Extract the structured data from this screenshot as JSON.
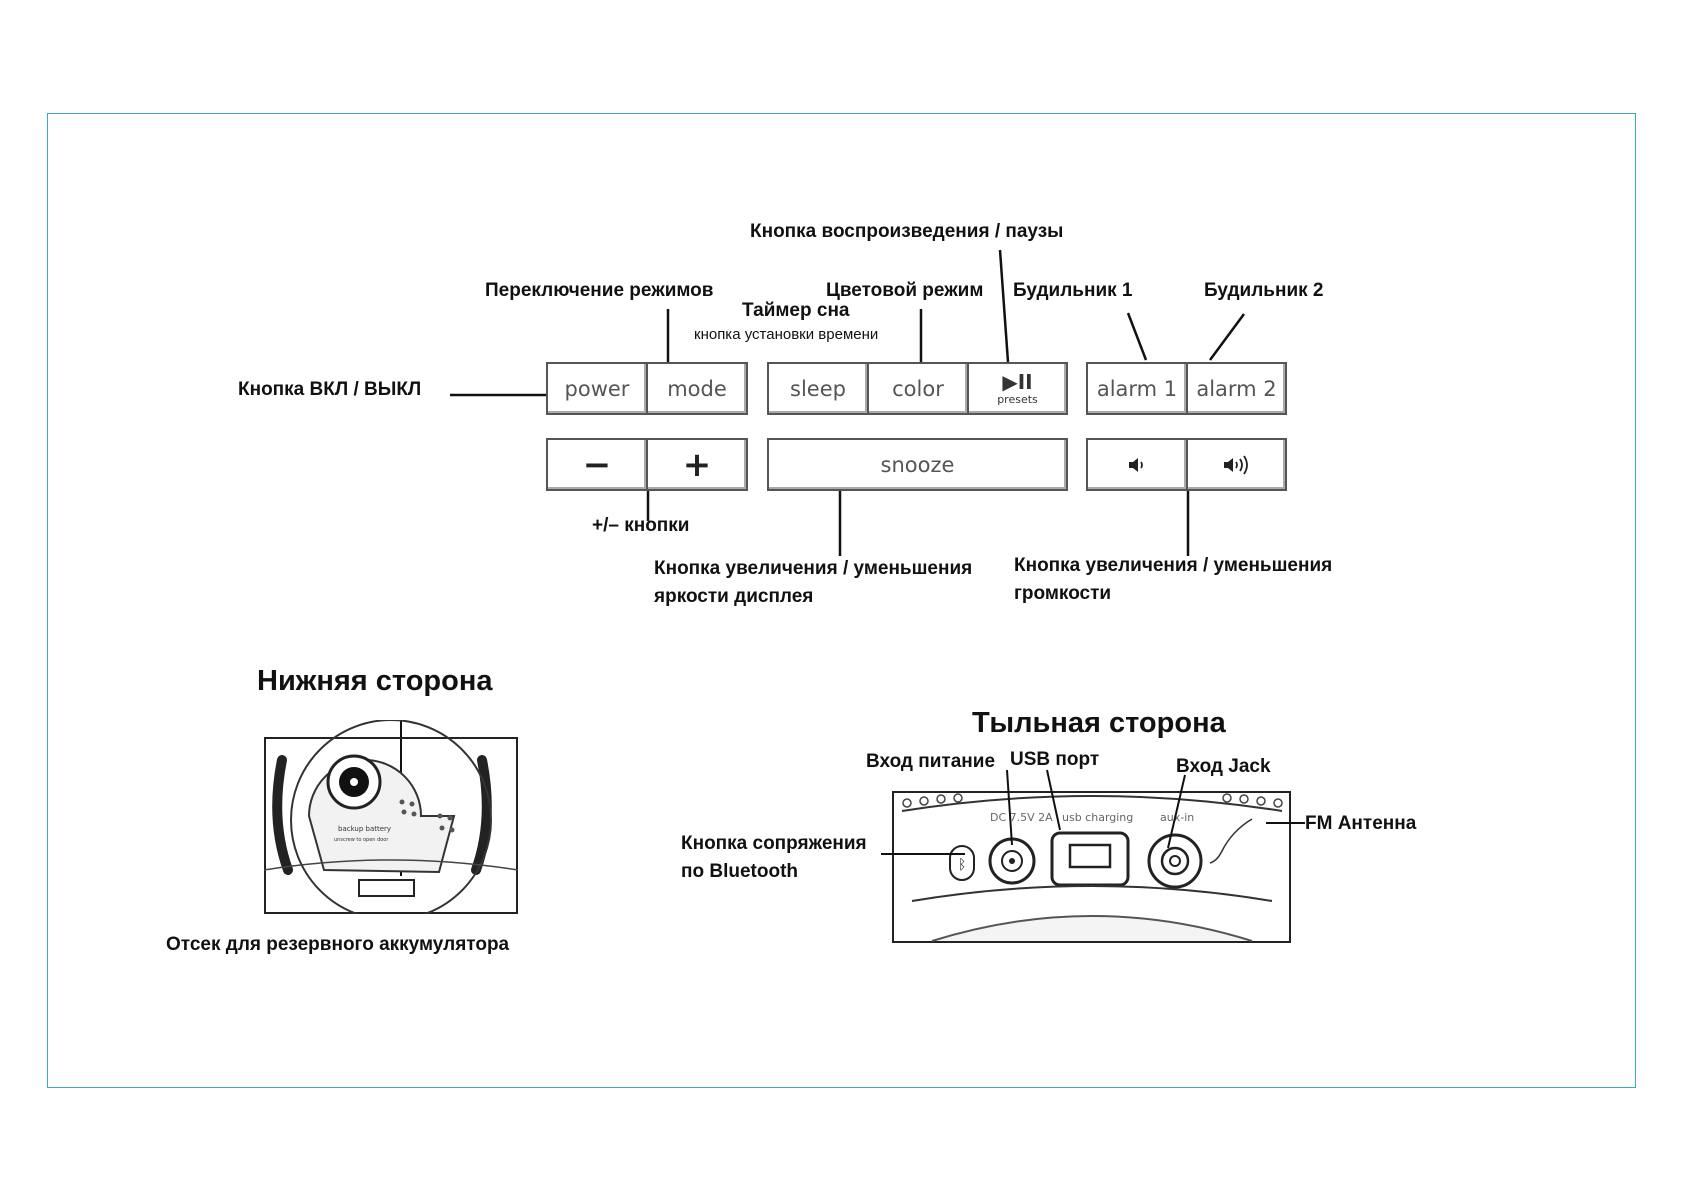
{
  "labels": {
    "play_pause": "Кнопка воспроизведения / паузы",
    "mode_switch": "Переключение режимов",
    "sleep_timer": "Таймер сна",
    "time_set": "кнопка установки времени",
    "color_mode": "Цветовой режим",
    "alarm1": "Будильник 1",
    "alarm2": "Будильник 2",
    "power_onoff": "Кнопка ВКЛ / ВЫКЛ",
    "plus_minus": "+/– кнопки",
    "brightness": "Кнопка увеличения / уменьшения яркости дисплея",
    "volume": "Кнопка увеличения / уменьшения громкости"
  },
  "buttons": {
    "power": "power",
    "mode": "mode",
    "sleep": "sleep",
    "color": "color",
    "play_icon": "▶II",
    "presets": "presets",
    "alarm1": "alarm 1",
    "alarm2": "alarm 2",
    "minus": "−",
    "plus": "+",
    "snooze": "snooze",
    "vol_down_icon": "speaker-low-icon",
    "vol_up_icon": "speaker-high-icon"
  },
  "bottom": {
    "title": "Нижняя сторона",
    "caption": "Отсек для резервного аккумулятора",
    "battery_label": "backup battery",
    "battery_sub": "unscrew to open door"
  },
  "back": {
    "title": "Тыльная сторона",
    "power_in": "Вход питание",
    "usb": "USB порт",
    "jack": "Вход Jack",
    "fm": "FM Антенна",
    "bluetooth": "Кнопка сопряжения по Bluetooth",
    "port_dc": "DC 7.5V 2A",
    "port_usb": "usb charging",
    "port_aux": "aux-in"
  },
  "colors": {
    "frame": "#3aa8c8"
  }
}
